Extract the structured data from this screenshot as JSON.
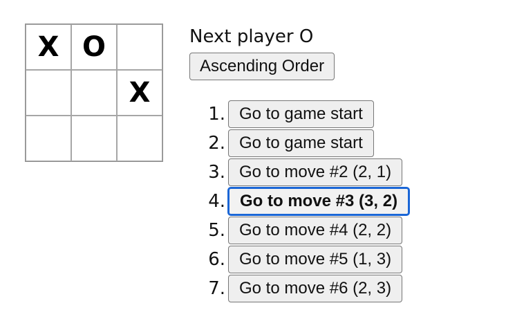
{
  "board": {
    "squares": [
      "X",
      "O",
      "",
      "",
      "",
      "X",
      "",
      "",
      ""
    ]
  },
  "info": {
    "status": "Next player O",
    "order_button_label": "Ascending Order"
  },
  "moves": [
    {
      "number": "1.",
      "label": "Go to game start",
      "current": false
    },
    {
      "number": "2.",
      "label": "Go to game start",
      "current": false
    },
    {
      "number": "3.",
      "label": "Go to move #2 (2, 1)",
      "current": false
    },
    {
      "number": "4.",
      "label": "Go to move #3 (3, 2)",
      "current": true
    },
    {
      "number": "5.",
      "label": "Go to move #4 (2, 2)",
      "current": false
    },
    {
      "number": "6.",
      "label": "Go to move #5 (1, 3)",
      "current": false
    },
    {
      "number": "7.",
      "label": "Go to move #6 (2, 3)",
      "current": false
    }
  ]
}
